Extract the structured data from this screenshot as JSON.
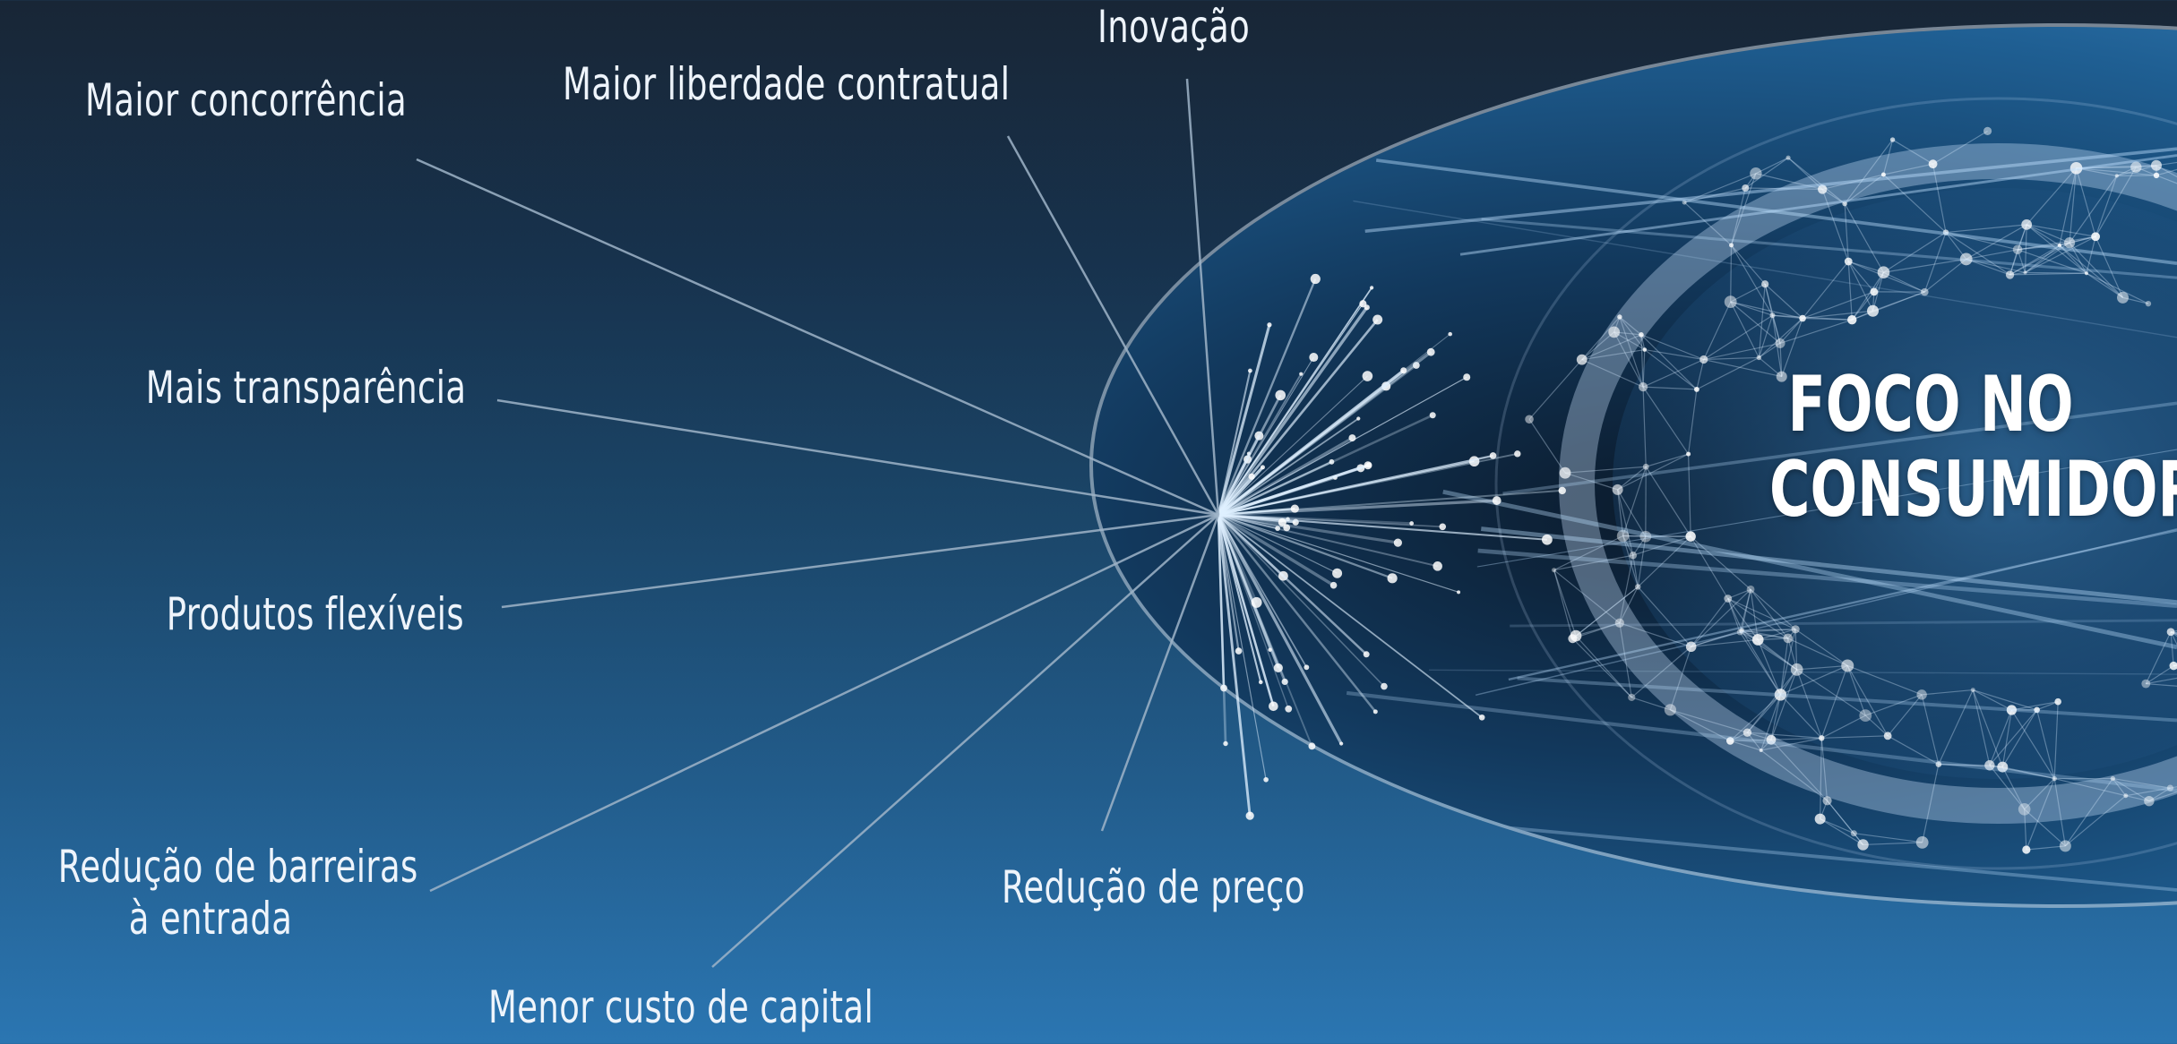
{
  "center": {
    "line1": "FOCO NO",
    "line2": "CONSUMIDOR"
  },
  "labels": {
    "maior_concorrencia": "Maior concorrência",
    "maior_liberdade": "Maior liberdade contratual",
    "inovacao": "Inovação",
    "mais_transparencia": "Mais transparência",
    "produtos_flexiveis": "Produtos flexíveis",
    "reducao_barreiras_1": "Redução de barreiras",
    "reducao_barreiras_2": "à entrada",
    "menor_custo": "Menor custo de capital",
    "reducao_preco": "Redução de preço"
  },
  "colors": {
    "background_top": "#182636",
    "background_bottom": "#2b76b2",
    "connector_line": "#9fb4c8",
    "text": "#eef4fb"
  }
}
